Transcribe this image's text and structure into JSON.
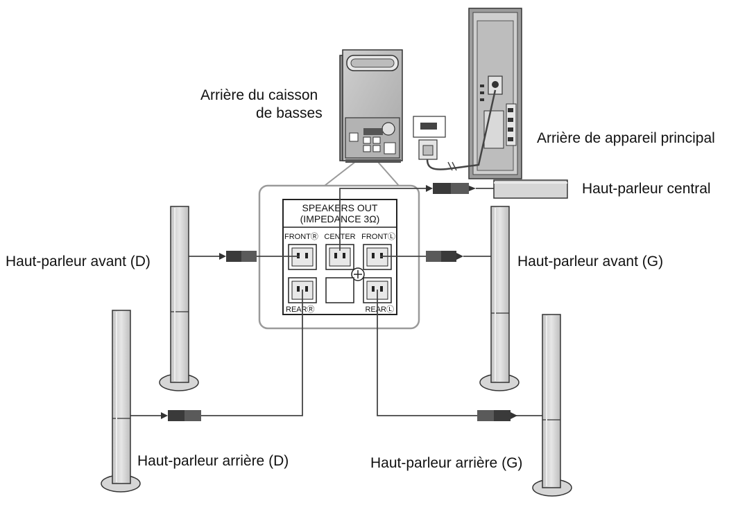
{
  "labels": {
    "subwoofer_rear_line1": "Arrière du caisson",
    "subwoofer_rear_line2": "de basses",
    "main_unit_rear": "Arrière de appareil principal",
    "center_speaker": "Haut-parleur central",
    "front_right": "Haut-parleur avant (D)",
    "front_left": "Haut-parleur avant (G)",
    "rear_right": "Haut-parleur arrière (D)",
    "rear_left": "Haut-parleur arrière (G)"
  },
  "panel": {
    "title": "SPEAKERS OUT",
    "subtitle": "(IMPEDANCE 3Ω)",
    "front_r": "FRONTⓇ",
    "center": "CENTER",
    "front_l": "FRONTⓁ",
    "rear_r": "REARⓇ",
    "rear_l": "REARⓁ"
  },
  "colors": {
    "line": "#444444",
    "highlight_box": "#9a9a9a",
    "speaker_fill": "#d6d6d6",
    "connector_dark": "#3a3a3a"
  }
}
